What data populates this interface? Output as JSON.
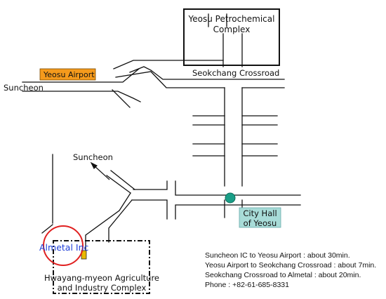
{
  "labels": {
    "petrochemical_line1": "Yeosu Petrochemical",
    "petrochemical_line2": "Complex",
    "seokchang_crossroad": "Seokchang Crossroad",
    "yeosu_airport": "Yeosu Airport",
    "suncheon_west": "Suncheon",
    "suncheon_north": "Suncheon",
    "city_hall_line1": "City Hall",
    "city_hall_line2": "of Yeosu",
    "almetal": "Almetal Inc",
    "hwayang_line1": "Hwayang-myeon Agriculture",
    "hwayang_line2": "and Industry Complex"
  },
  "info": [
    "Suncheon IC to Yeosu Airport : about 30min.",
    "Yeosu Airport to Seokchang Crossroad : about 7min.",
    "Seokchang Crossroad to Almetal : about 20min.",
    "Phone : +82-61-685-8331"
  ],
  "colors": {
    "road": "#111111",
    "airport_fill": "#f59a1c",
    "city_hall_fill": "#a8dcd8",
    "marker_fill": "#1a9e87",
    "almetal_text": "#1f3fd8",
    "almetal_circle": "#e02020",
    "almetal_dot": "#e8b800"
  }
}
